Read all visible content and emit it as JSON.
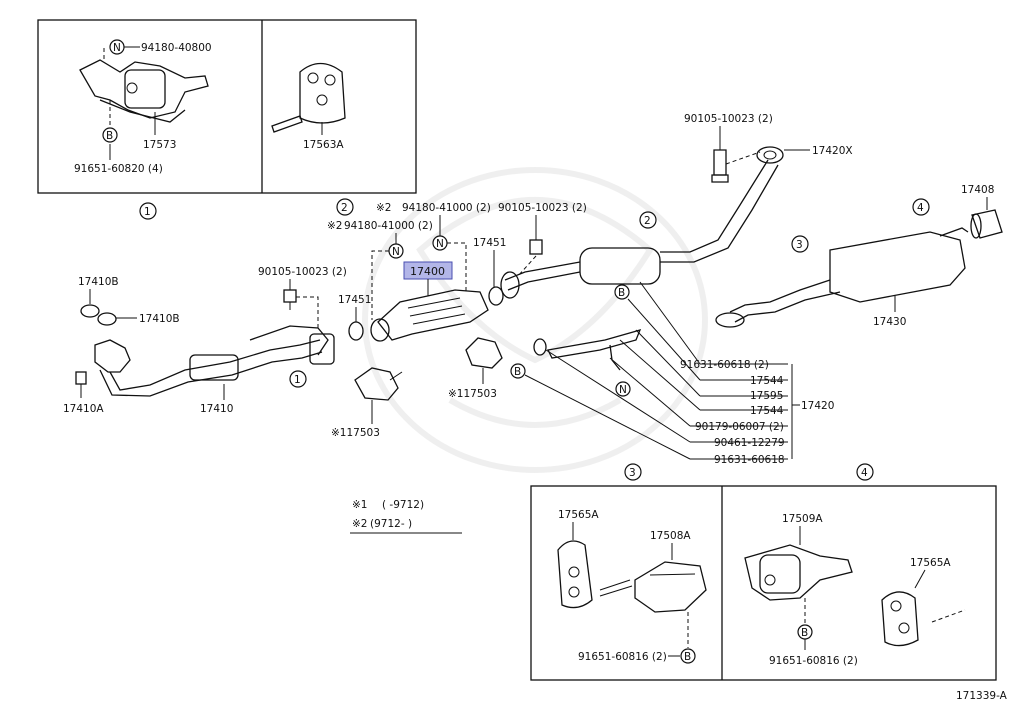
{
  "diagram_id": "171339-A",
  "highlighted_part": "17400",
  "group_markers": [
    "1",
    "2",
    "3",
    "4"
  ],
  "callout_letters": {
    "n": "N",
    "b": "B"
  },
  "notes": [
    {
      "mark": "※1",
      "text": "(    -9712)"
    },
    {
      "mark": "※2",
      "text": "(9712-     )"
    }
  ],
  "labels": {
    "p94180_40800": "94180-40800",
    "p17573": "17573",
    "p91651_60820": "91651-60820 (4)",
    "p17563A": "17563A",
    "p90105_10023_top": "90105-10023 (2)",
    "p17420X": "17420X",
    "p17408": "17408",
    "p94180_41000_a": "94180-41000 (2)",
    "p94180_41000_b": "94180-41000 (2)",
    "note2_a": "※2",
    "note2_b": "※2",
    "p90105_10023_mid": "90105-10023 (2)",
    "p17451_a": "17451",
    "p17451_b": "17451",
    "p17400": "17400",
    "p17410B_a": "17410B",
    "p17410B_b": "17410B",
    "p90105_10023_left": "90105-10023 (2)",
    "p17410A": "17410A",
    "p17410": "17410",
    "p117503_a": "※117503",
    "p117503_b": "※117503",
    "p17430": "17430",
    "p91631_60618_a": "91631-60618 (2)",
    "p17544_a": "17544",
    "p17595": "17595",
    "p17544_b": "17544",
    "p17420": "17420",
    "p90179_06007": "90179-06007 (2)",
    "p90461_12279": "90461-12279",
    "p91631_60618_b": "91631-60618",
    "p17565A_a": "17565A",
    "p17508A": "17508A",
    "p91651_60816_a": "91651-60816 (2)",
    "p17509A": "17509A",
    "p17565A_b": "17565A",
    "p91651_60816_b": "91651-60816 (2)"
  }
}
